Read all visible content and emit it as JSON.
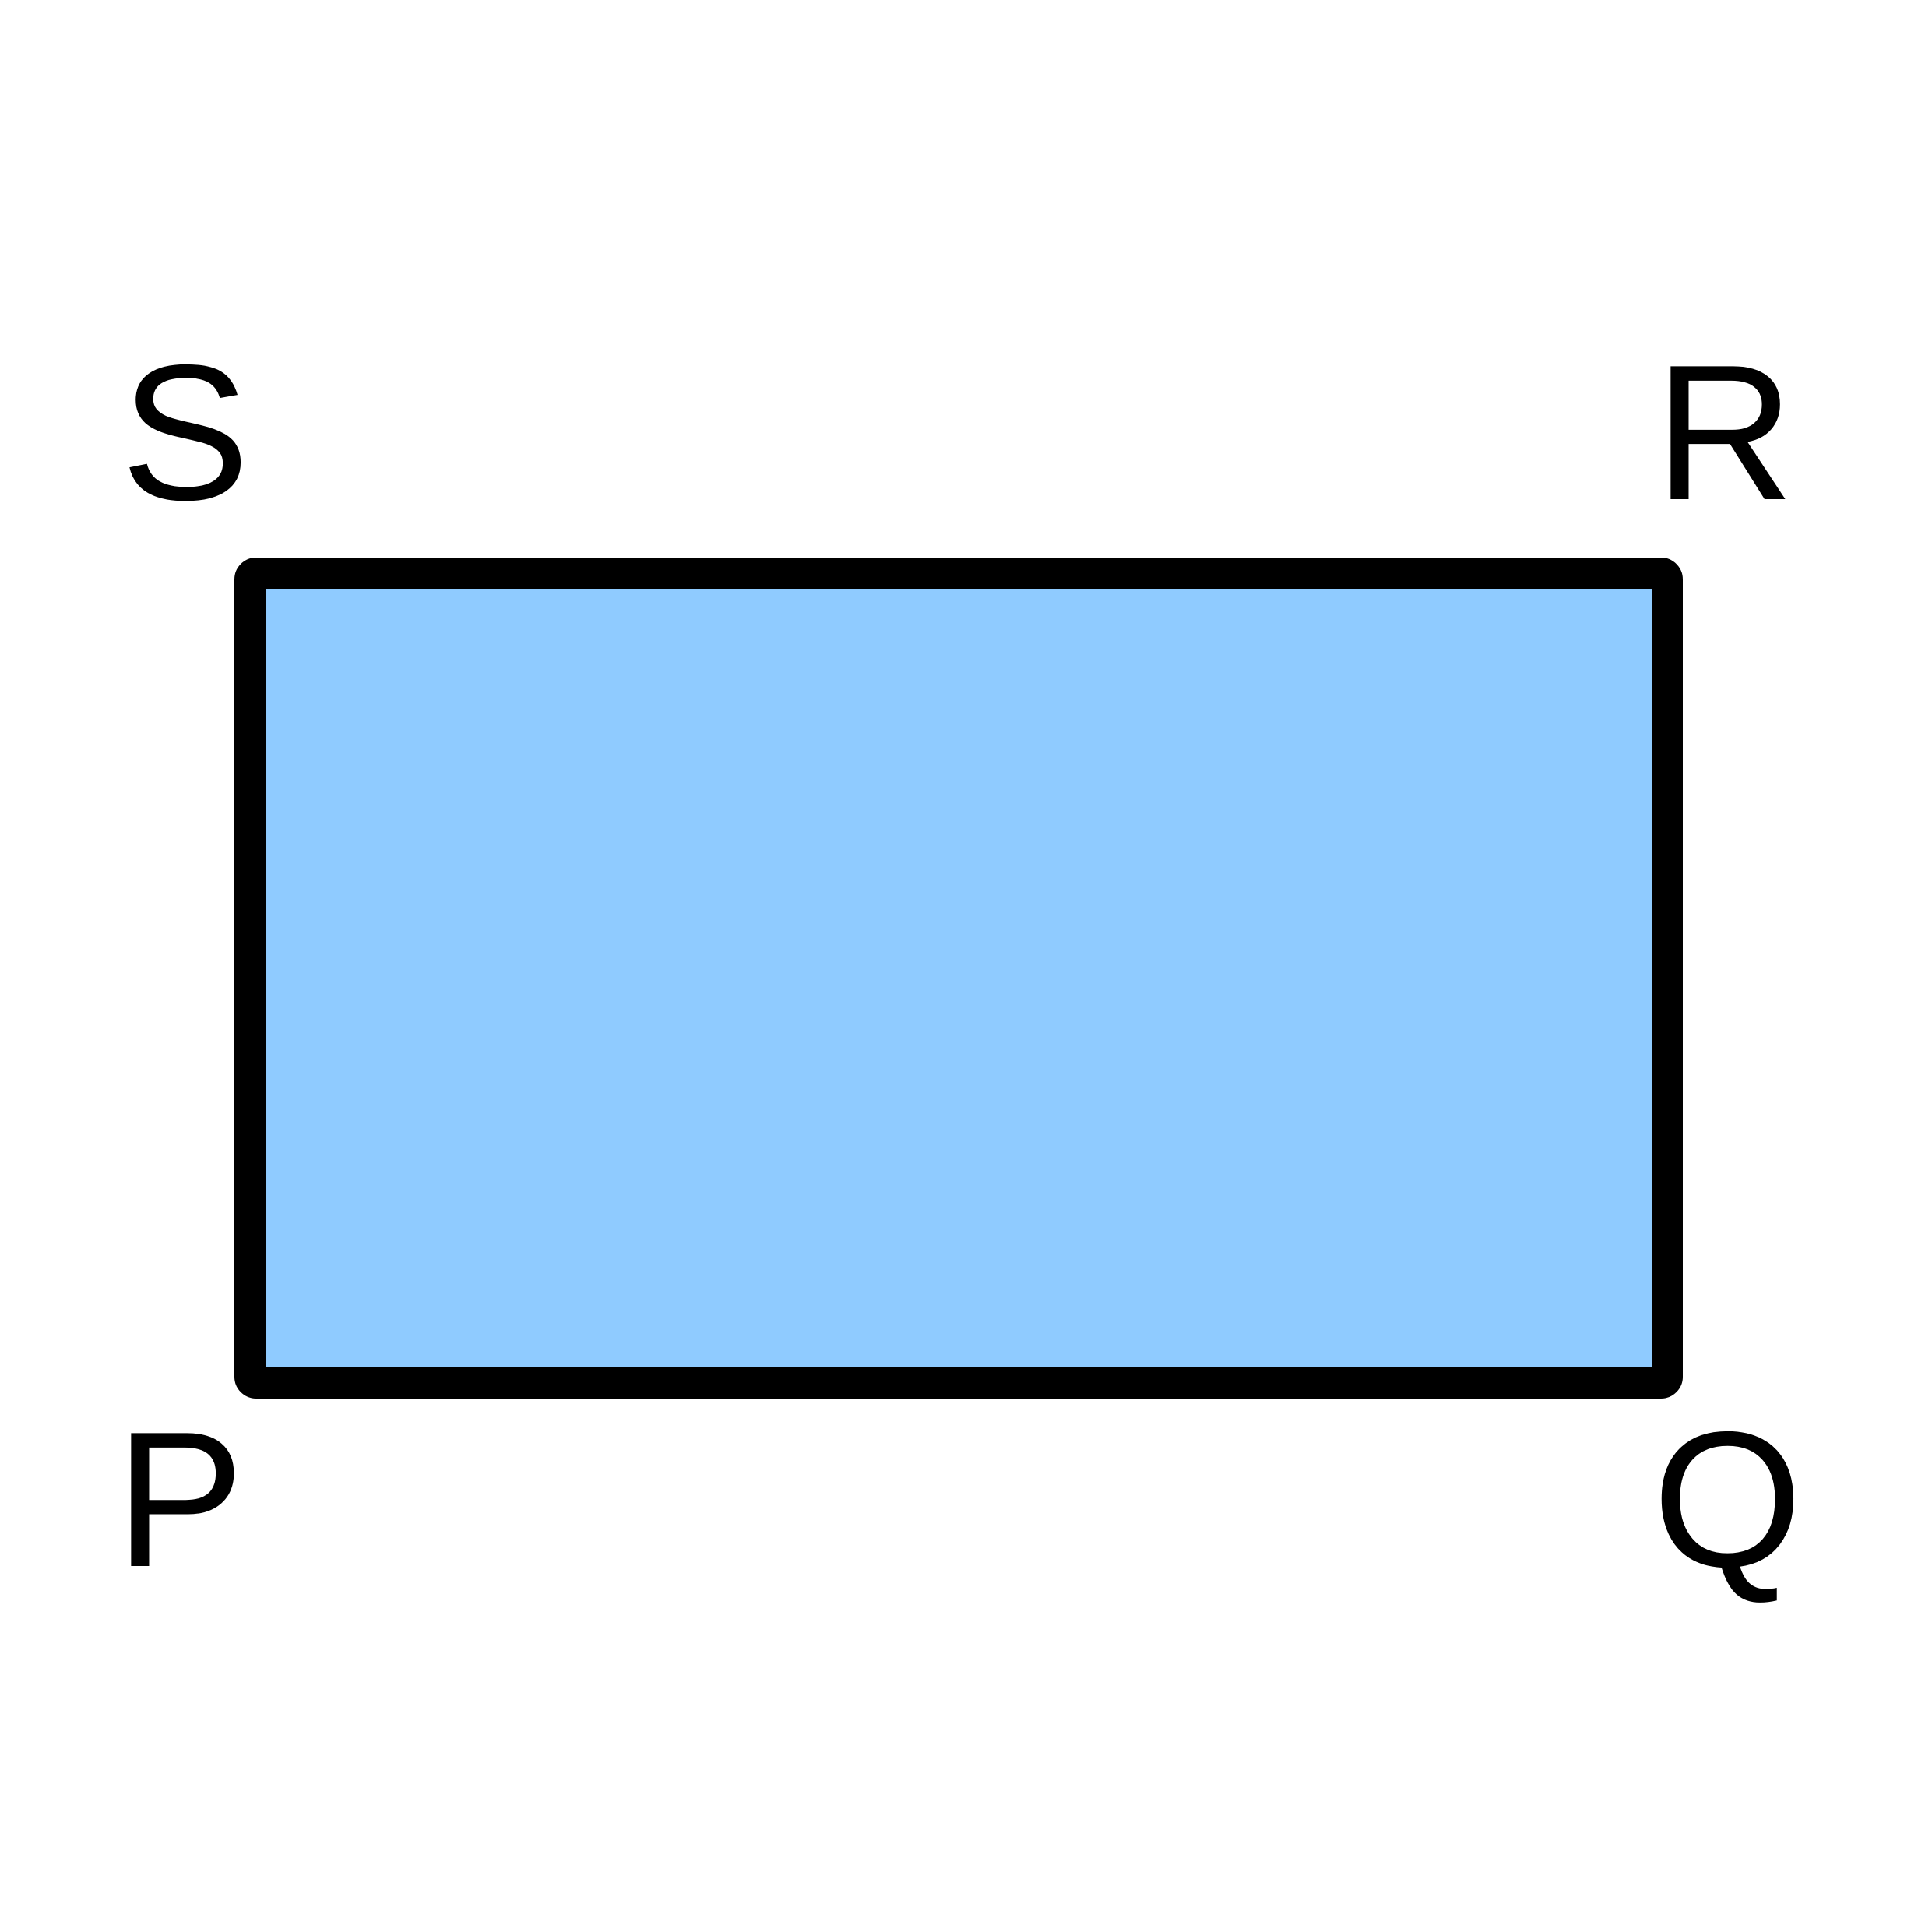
{
  "diagram": {
    "shape": "rectangle",
    "fill_color": "#8FCBFF",
    "stroke_color": "#000000",
    "vertices": {
      "P": "P",
      "Q": "Q",
      "R": "R",
      "S": "S"
    }
  }
}
